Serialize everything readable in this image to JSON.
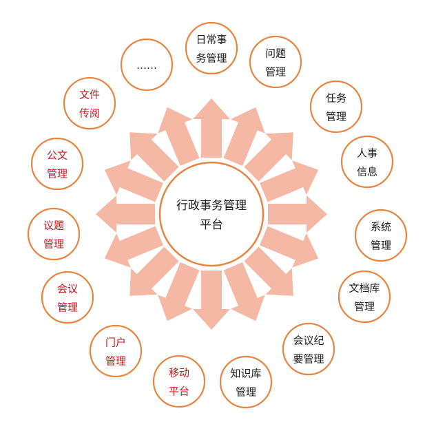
{
  "center": {
    "lines": [
      "行政事务管理",
      "平台"
    ]
  },
  "colors": {
    "ring": "#e8843f",
    "arrow": "#f4b8a4",
    "text_dark": "#1a1a1a",
    "text_red": "#c4161c"
  },
  "nodes": [
    {
      "id": "daily-affairs",
      "lines": [
        "日常事",
        "务管理"
      ],
      "color": "dark"
    },
    {
      "id": "issue",
      "lines": [
        "问题",
        "管理"
      ],
      "color": "dark"
    },
    {
      "id": "task",
      "lines": [
        "任务",
        "管理"
      ],
      "color": "dark"
    },
    {
      "id": "hr-info",
      "lines": [
        "人事",
        "信息"
      ],
      "color": "dark"
    },
    {
      "id": "system",
      "lines": [
        "系统",
        "管理"
      ],
      "color": "dark"
    },
    {
      "id": "doc-library",
      "lines": [
        "文档库",
        "管理"
      ],
      "color": "dark"
    },
    {
      "id": "meeting-minutes",
      "lines": [
        "会议纪",
        "要管理"
      ],
      "color": "dark"
    },
    {
      "id": "knowledge-base",
      "lines": [
        "知识库",
        "管理"
      ],
      "color": "dark"
    },
    {
      "id": "mobile-platform",
      "lines": [
        "移动",
        "平台"
      ],
      "color": "red"
    },
    {
      "id": "portal",
      "lines": [
        "门户",
        "管理"
      ],
      "color": "red"
    },
    {
      "id": "meeting",
      "lines": [
        "会议",
        "管理"
      ],
      "color": "red"
    },
    {
      "id": "topic",
      "lines": [
        "议题",
        "管理"
      ],
      "color": "red"
    },
    {
      "id": "official-doc",
      "lines": [
        "公文",
        "管理"
      ],
      "color": "red"
    },
    {
      "id": "file-circulation",
      "lines": [
        "文件",
        "传阅"
      ],
      "color": "red"
    },
    {
      "id": "more",
      "lines": [
        "……"
      ],
      "color": "dark"
    }
  ]
}
